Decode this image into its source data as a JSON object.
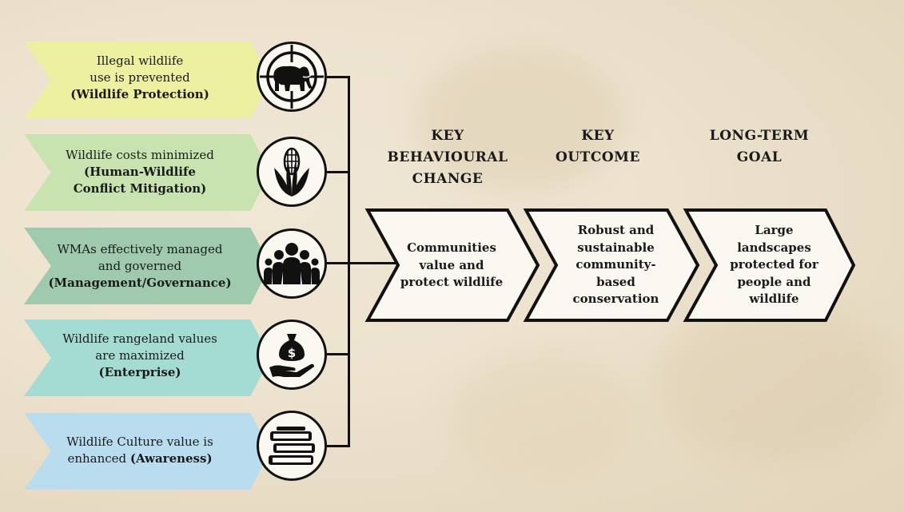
{
  "pillars": [
    {
      "line1": "Illegal wildlife",
      "line2": "use is prevented",
      "line3": "(Wildlife Protection)",
      "color": "#edf0a0",
      "icon": "elephant-crosshair-icon"
    },
    {
      "line1": "Wildlife costs minimized",
      "line2": "(Human-Wildlife",
      "line3": "Conflict Mitigation)",
      "color": "#c8e3b0",
      "icon": "corn-icon"
    },
    {
      "line1": "WMAs effectively managed",
      "line2": "and governed",
      "line3": "(Management/Governance)",
      "color": "#9fcaae",
      "icon": "community-group-icon"
    },
    {
      "line1": "Wildlife rangeland values",
      "line2": "are maximized",
      "line3": "(Enterprise)",
      "color": "#a4dcd3",
      "icon": "money-bag-hand-icon"
    },
    {
      "line1": "Wildlife Culture value is",
      "line2": "enhanced",
      "line3": "(Awareness)",
      "color": "#b9dcef",
      "icon": "books-icon"
    }
  ],
  "headings": {
    "behaviour": "KEY\nBEHAVIOURAL\nCHANGE",
    "outcome": "KEY\nOUTCOME",
    "goal": "LONG-TERM\nGOAL"
  },
  "chevrons": {
    "behaviour": "Communities\nvalue and\nprotect wildlife",
    "outcome": "Robust and\nsustainable\ncommunity-\nbased\nconservation",
    "goal": "Large\nlandscapes\nprotected for\npeople and\nwildlife"
  }
}
